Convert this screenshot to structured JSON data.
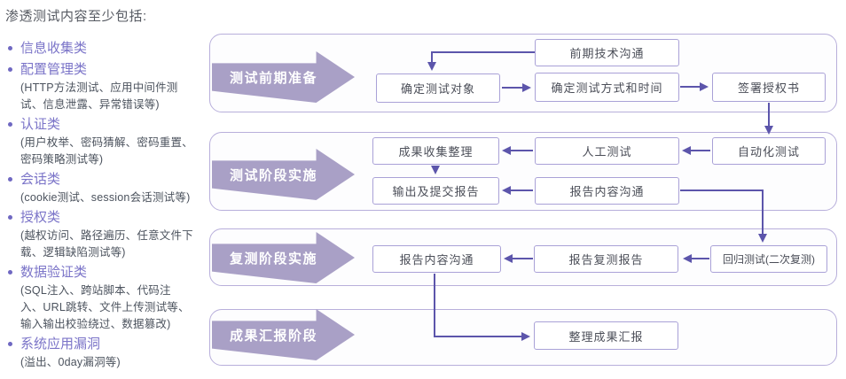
{
  "title": "渗透测试内容至少包括:",
  "sidebar": {
    "items": [
      {
        "label": "信息收集类",
        "desc": ""
      },
      {
        "label": "配置管理类",
        "desc": "(HTTP方法测试、应用中间件测试、信息泄露、异常错误等)"
      },
      {
        "label": "认证类",
        "desc": "(用户枚举、密码猜解、密码重置、密码策略测试等)"
      },
      {
        "label": "会话类",
        "desc": "(cookie测试、session会话测试等)"
      },
      {
        "label": "授权类",
        "desc": "(越权访问、路径遍历、任意文件下载、逻辑缺陷测试等)"
      },
      {
        "label": "数据验证类",
        "desc": "(SQL注入、跨站脚本、代码注入、URL跳转、文件上传测试等、输入输出校验绕过、数据篡改)"
      },
      {
        "label": "系统应用漏洞",
        "desc": "(溢出、0day漏洞等)"
      }
    ]
  },
  "flow": {
    "stage1": {
      "label": "测试前期准备",
      "box_pre_comm": "前期技术沟通",
      "box_target": "确定测试对象",
      "box_method_time": "确定测试方式和时间",
      "box_sign": "签署授权书"
    },
    "stage2": {
      "label": "测试阶段实施",
      "box_collect": "成果收集整理",
      "box_submit": "输出及提交报告",
      "box_manual": "人工测试",
      "box_auto": "自动化测试",
      "box_report_comm": "报告内容沟通"
    },
    "stage3": {
      "label": "复测阶段实施",
      "box_report_comm": "报告内容沟通",
      "box_retest_report": "报告复测报告",
      "box_regression": "回归测试(二次复测)"
    },
    "stage4": {
      "label": "成果汇报阶段",
      "box_summary": "整理成果汇报"
    }
  },
  "colors": {
    "category_purple": "#7b74c8",
    "stage_arrow_fill": "#a9a0c6",
    "panel_border": "#b8afdb",
    "box_border": "#a9a1d7",
    "connector": "#5c55ab",
    "box_text": "#4b4e58",
    "desc_text": "#4c535e",
    "title_text": "#565a62"
  }
}
